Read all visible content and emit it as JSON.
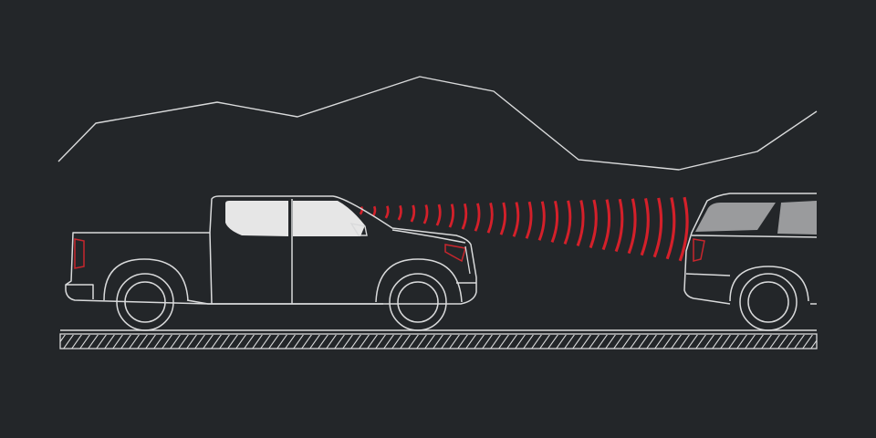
{
  "colors": {
    "background": "#232629",
    "outline": "#d9dadb",
    "window_fill": "#e6e6e6",
    "sensor_wave": "#d4202a",
    "lead_vehicle_window": "#9a9b9d"
  },
  "scene": {
    "elements": [
      "mountain-ridge",
      "pickup-truck",
      "sensor-waves",
      "lead-vehicle",
      "road"
    ]
  }
}
